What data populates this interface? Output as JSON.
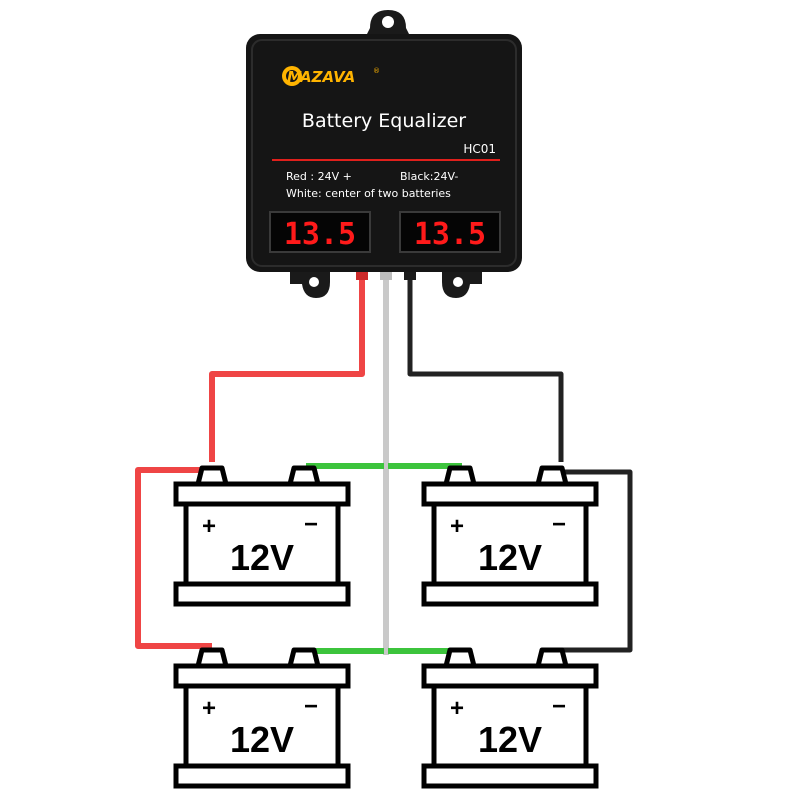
{
  "device": {
    "brand": "AZAVA",
    "brand_initial": "M",
    "registered_mark": "®",
    "title": "Battery Equalizer",
    "model": "HC01",
    "red_note": "Red : 24V +",
    "black_note": "Black:24V-",
    "white_note": "White: center of two batteries",
    "display_left": "13.5",
    "display_right": "13.5",
    "body_color": "#151515",
    "accent_color": "#e0201c",
    "display_color": "#ff1a1a"
  },
  "wires": {
    "red": "#ef4545",
    "black": "#222222",
    "white": "#c9c9c9",
    "green": "#3cc43c"
  },
  "batteries": [
    {
      "voltage": "12V",
      "plus": "+",
      "minus": "−"
    },
    {
      "voltage": "12V",
      "plus": "+",
      "minus": "−"
    },
    {
      "voltage": "12V",
      "plus": "+",
      "minus": "−"
    },
    {
      "voltage": "12V",
      "plus": "+",
      "minus": "−"
    }
  ]
}
